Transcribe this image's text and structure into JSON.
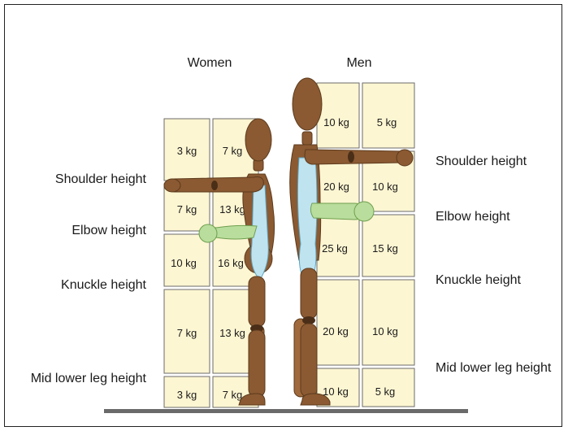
{
  "headers": {
    "women": "Women",
    "men": "Men"
  },
  "heights": {
    "shoulder": "Shoulder height",
    "elbow": "Elbow height",
    "knuckle": "Knuckle height",
    "mid_lower_leg": "Mid lower leg height"
  },
  "women": {
    "shoulder_above": [
      "3 kg",
      "7 kg"
    ],
    "shoulder_to_elbow": [
      "7 kg",
      "13 kg"
    ],
    "elbow_to_knuckle": [
      "10 kg",
      "16 kg"
    ],
    "knuckle_to_leg": [
      "7 kg",
      "13 kg"
    ],
    "below_leg": [
      "3 kg",
      "7 kg"
    ]
  },
  "men": {
    "shoulder_above": [
      "10 kg",
      "5 kg"
    ],
    "shoulder_to_elbow": [
      "20 kg",
      "10 kg"
    ],
    "elbow_to_knuckle": [
      "25 kg",
      "15 kg"
    ],
    "knuckle_to_leg": [
      "20 kg",
      "10 kg"
    ],
    "below_leg": [
      "10 kg",
      "5 kg"
    ]
  },
  "colors": {
    "box_fill": "#fdf6d2",
    "figure_wood": "#8b5a32",
    "reach_zone_shoulder": "#bfe3ef",
    "reach_zone_elbow": "#b9dd9c",
    "floor": "#6a6a6a"
  },
  "icons": {
    "figure": "wooden-mannequin-icon"
  }
}
